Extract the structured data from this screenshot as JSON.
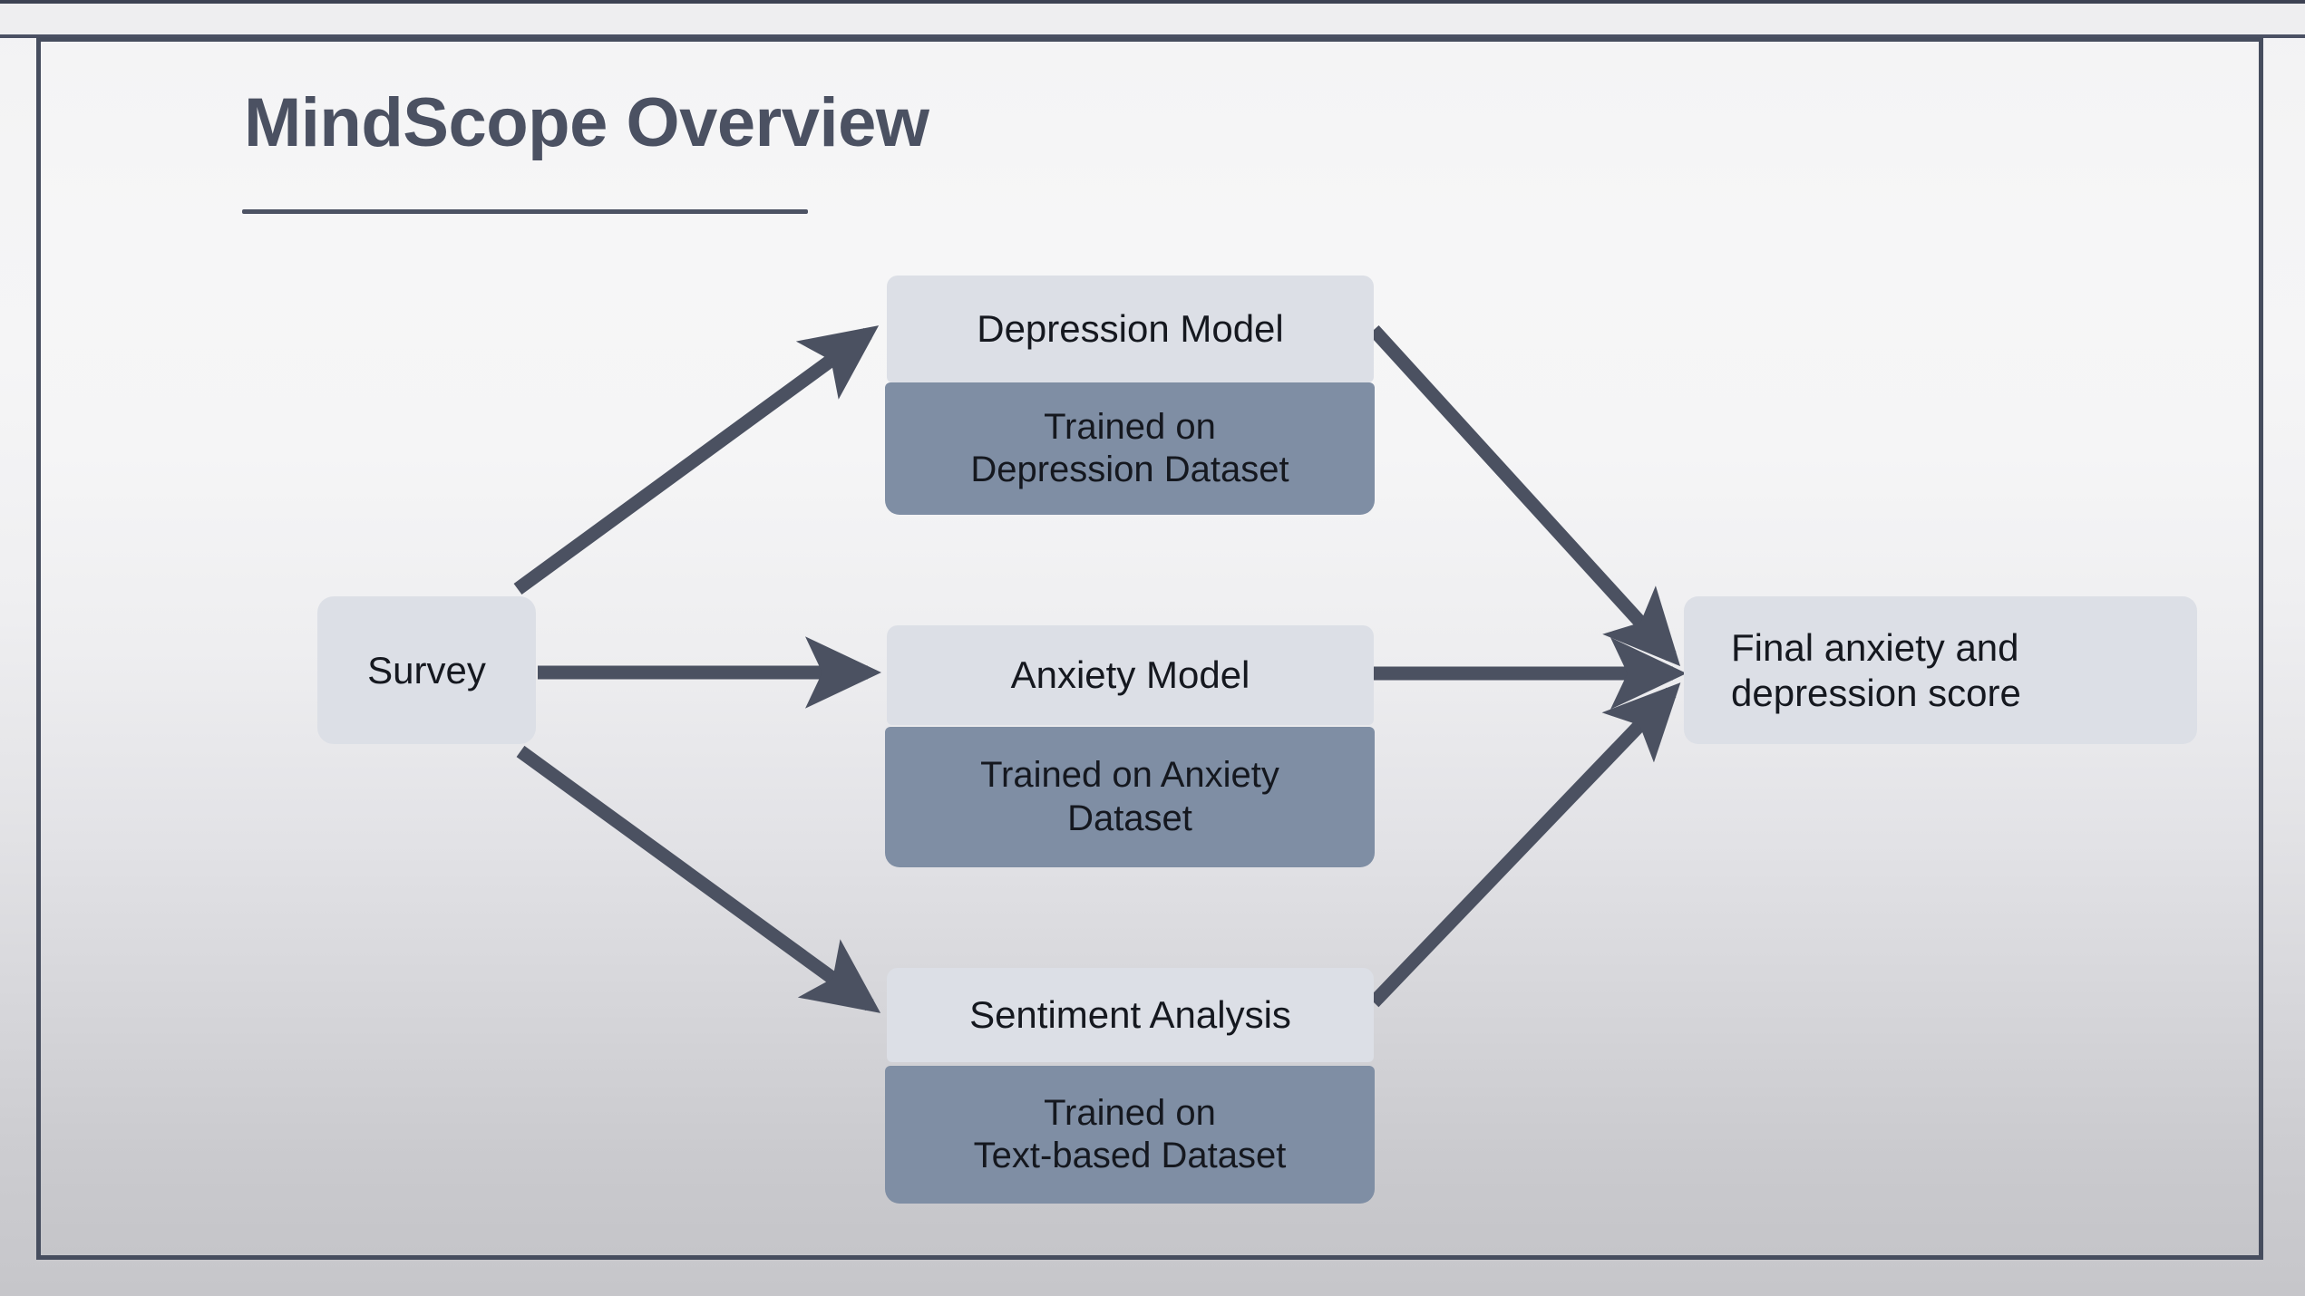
{
  "slide": {
    "title": "MindScope Overview"
  },
  "diagram": {
    "type": "flowchart",
    "nodes": {
      "survey": {
        "label": "Survey",
        "style": "light"
      },
      "depression_model": {
        "label": "Depression Model",
        "style": "light"
      },
      "depression_training": {
        "label": "Trained on\nDepression Dataset",
        "line1": "Trained on",
        "line2": "Depression Dataset",
        "style": "dark"
      },
      "anxiety_model": {
        "label": "Anxiety Model",
        "style": "light"
      },
      "anxiety_training": {
        "label": "Trained on Anxiety\nDataset",
        "line1": "Trained on Anxiety",
        "line2": "Dataset",
        "style": "dark"
      },
      "sentiment_model": {
        "label": "Sentiment Analysis",
        "style": "light"
      },
      "sentiment_training": {
        "label": "Trained on\nText-based Dataset",
        "line1": "Trained on",
        "line2": "Text-based Dataset",
        "style": "dark"
      },
      "final_score": {
        "label": "Final anxiety and\ndepression score",
        "line1": "Final anxiety and",
        "line2": "depression score",
        "style": "light"
      }
    },
    "edges": [
      {
        "from": "survey",
        "to": "depression_model",
        "direction": "up-right"
      },
      {
        "from": "survey",
        "to": "anxiety_model",
        "direction": "right"
      },
      {
        "from": "survey",
        "to": "sentiment_model",
        "direction": "down-right"
      },
      {
        "from": "depression_model",
        "to": "final_score",
        "direction": "down-right"
      },
      {
        "from": "anxiety_model",
        "to": "final_score",
        "direction": "right"
      },
      {
        "from": "sentiment_model",
        "to": "final_score",
        "direction": "up-right"
      }
    ]
  },
  "colors": {
    "title_text": "#4b5162",
    "frame_border": "#464d5e",
    "node_light": "#dcdfe6",
    "node_dark": "#7f8ea4",
    "node_text": "#15181f",
    "edge": "#4b5161"
  }
}
